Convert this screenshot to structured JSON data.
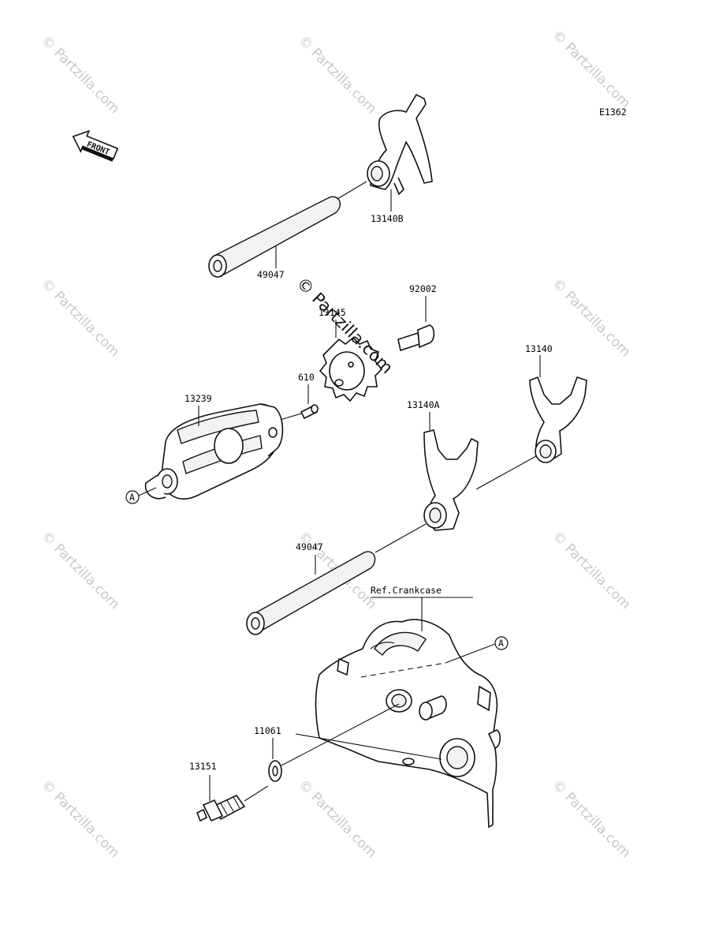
{
  "diagram_id": "E1362",
  "front_badge": "FRONT",
  "watermark_repeat": "© Partzilla.com",
  "watermark_center": "© Partzilla.com",
  "parts": {
    "p13140B": "13140B",
    "p49047_top": "49047",
    "p92002": "92002",
    "p13145": "13145",
    "p13140": "13140",
    "p610": "610",
    "p13239": "13239",
    "p13140A": "13140A",
    "p49047_bottom": "49047",
    "ref_crankcase": "Ref.Crankcase",
    "p11061": "11061",
    "p13151": "13151"
  },
  "refs": {
    "a1": "A",
    "a2": "A"
  }
}
